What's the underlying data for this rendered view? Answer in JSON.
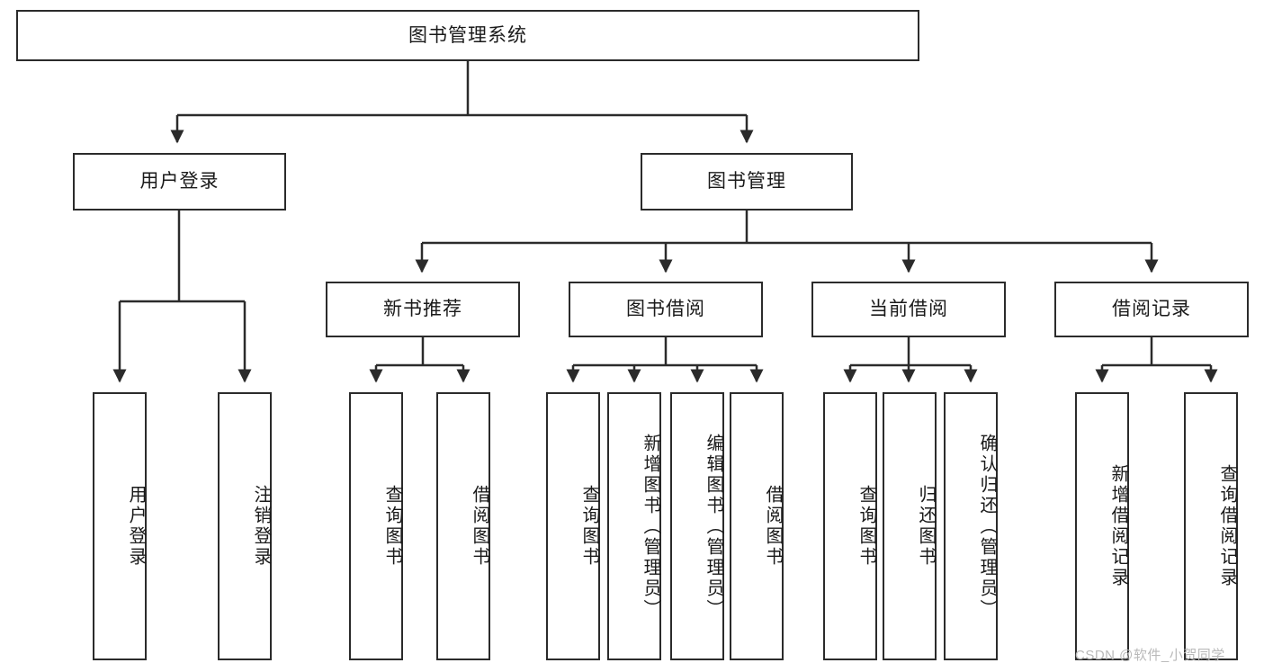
{
  "diagram": {
    "title": "图书管理系统",
    "type": "tree-hierarchy",
    "root": {
      "label": "图书管理系统"
    },
    "level1": [
      {
        "label": "用户登录"
      },
      {
        "label": "图书管理"
      }
    ],
    "level2": [
      {
        "label": "新书推荐"
      },
      {
        "label": "图书借阅"
      },
      {
        "label": "当前借阅"
      },
      {
        "label": "借阅记录"
      }
    ],
    "leaves": {
      "user_login": [
        {
          "label": "用户登录"
        },
        {
          "label": "注销登录"
        }
      ],
      "new_book_recommend": [
        {
          "label": "查询图书"
        },
        {
          "label": "借阅图书"
        }
      ],
      "book_borrow": [
        {
          "label": "查询图书"
        },
        {
          "label": "新增图书（管理员）"
        },
        {
          "label": "编辑图书（管理员）"
        },
        {
          "label": "借阅图书"
        }
      ],
      "current_borrow": [
        {
          "label": "查询图书"
        },
        {
          "label": "归还图书"
        },
        {
          "label": "确认归还（管理员）"
        }
      ],
      "borrow_record": [
        {
          "label": "新增借阅记录"
        },
        {
          "label": "查询借阅记录"
        }
      ]
    }
  },
  "watermark": {
    "text": "CSDN @软件_小贺同学"
  },
  "colors": {
    "stroke": "#2b2b2b",
    "background": "#ffffff",
    "text": "#1a1a1a",
    "watermark": "#b9b9b9"
  }
}
